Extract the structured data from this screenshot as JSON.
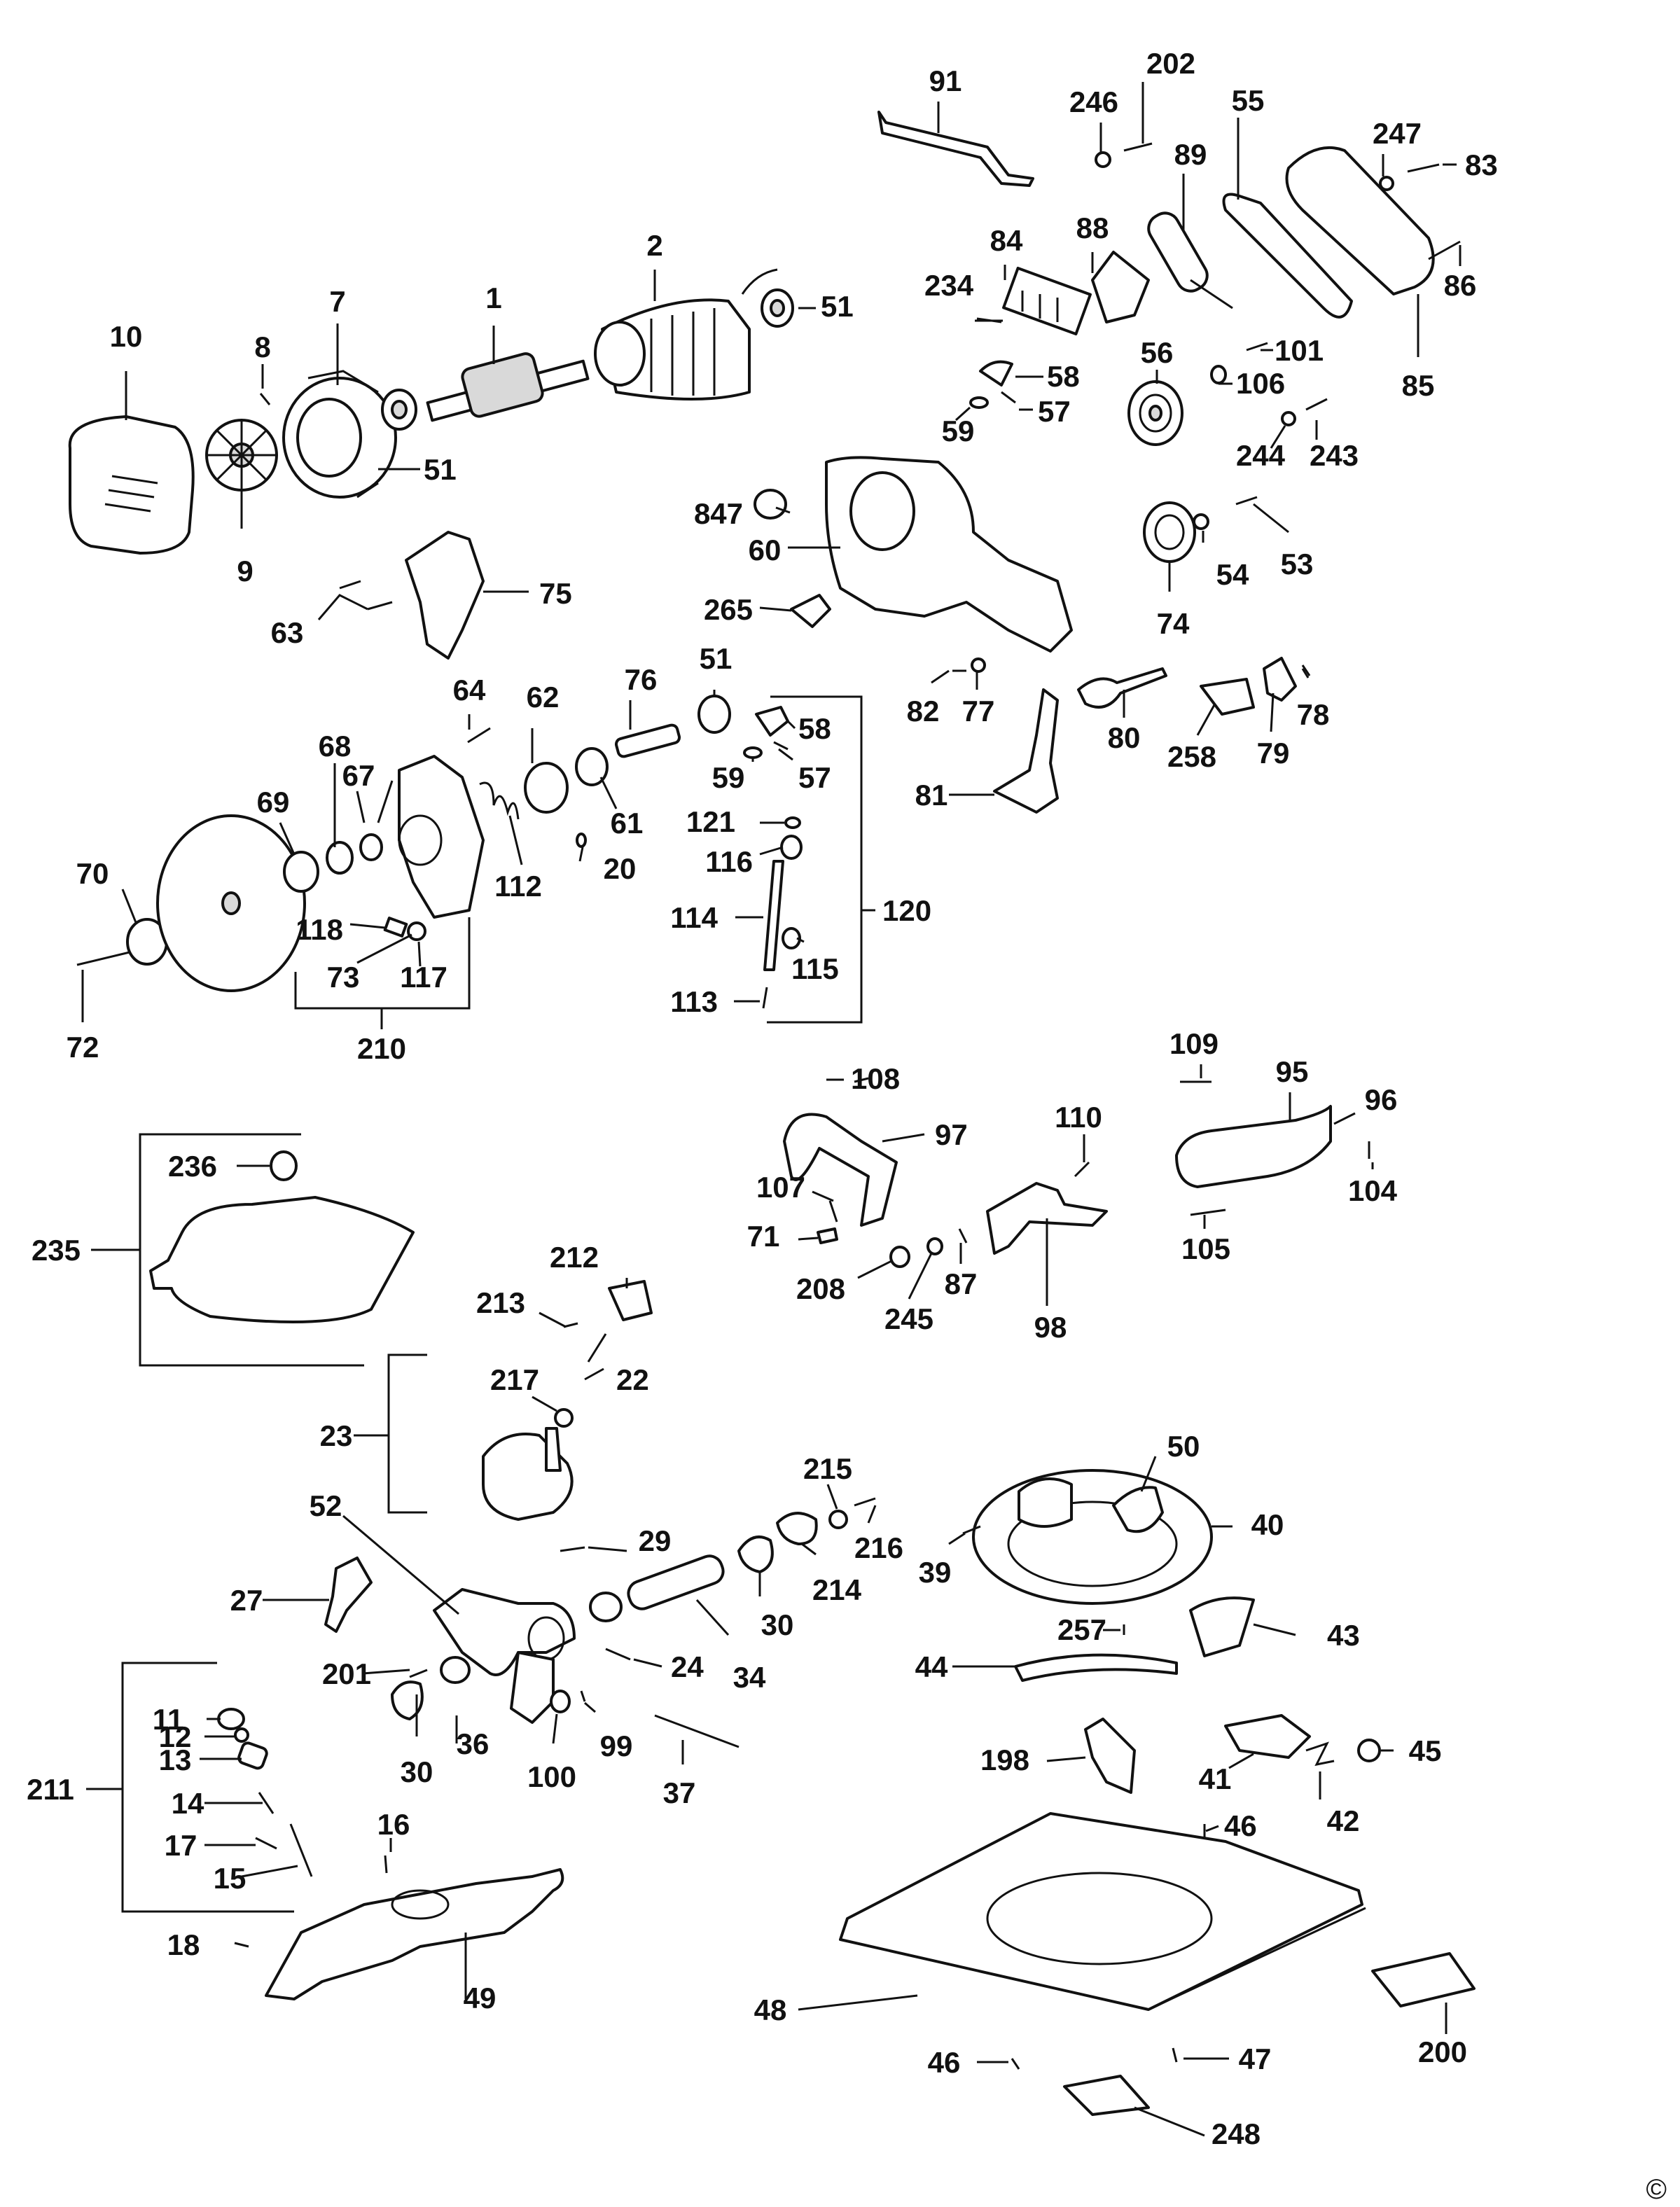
{
  "diagram": {
    "type": "exploded parts diagram",
    "copyright_symbol": "©",
    "part_labels": {
      "p1": "1",
      "p2": "2",
      "p7": "7",
      "p8": "8",
      "p9": "9",
      "p10": "10",
      "p51a": "51",
      "p51b": "51",
      "p51c": "51",
      "p91": "91",
      "p246": "246",
      "p202": "202",
      "p89": "89",
      "p55": "55",
      "p247": "247",
      "p83": "83",
      "p84": "84",
      "p88": "88",
      "p234": "234",
      "p86": "86",
      "p85": "85",
      "p101": "101",
      "p106": "106",
      "p58a": "58",
      "p57a": "57",
      "p59a": "59",
      "p56": "56",
      "p244": "244",
      "p243": "243",
      "p847": "847",
      "p60": "60",
      "p74": "74",
      "p54": "54",
      "p53": "53",
      "p265": "265",
      "p63": "63",
      "p75": "75",
      "p64": "64",
      "p62": "62",
      "p76": "76",
      "p58b": "58",
      "p59b": "59",
      "p57b": "57",
      "p82": "82",
      "p77": "77",
      "p80": "80",
      "p78": "78",
      "p258": "258",
      "p79": "79",
      "p81": "81",
      "p68": "68",
      "p67": "67",
      "p69": "69",
      "p70": "70",
      "p61": "61",
      "p112": "112",
      "p20": "20",
      "p121": "121",
      "p116": "116",
      "p114": "114",
      "p120": "120",
      "p115": "115",
      "p113": "113",
      "p118": "118",
      "p73": "73",
      "p117": "117",
      "p72": "72",
      "p210": "210",
      "p109": "109",
      "p95": "95",
      "p96": "96",
      "p108": "108",
      "p97": "97",
      "p110": "110",
      "p104": "104",
      "p107": "107",
      "p71": "71",
      "p87": "87",
      "p105": "105",
      "p208": "208",
      "p245": "245",
      "p98": "98",
      "p236": "236",
      "p235": "235",
      "p212": "212",
      "p213": "213",
      "p217": "217",
      "p22": "22",
      "p23": "23",
      "p50": "50",
      "p215": "215",
      "p40": "40",
      "p52": "52",
      "p29": "29",
      "p216": "216",
      "p39": "39",
      "p27": "27",
      "p214": "214",
      "p30a": "30",
      "p257": "257",
      "p43": "43",
      "p201": "201",
      "p24": "24",
      "p34": "34",
      "p44": "44",
      "p11": "11",
      "p12": "12",
      "p30b": "30",
      "p36": "36",
      "p100": "100",
      "p99": "99",
      "p13": "13",
      "p37": "37",
      "p198": "198",
      "p41": "41",
      "p45": "45",
      "p211": "211",
      "p14": "14",
      "p42": "42",
      "p46a": "46",
      "p17": "17",
      "p16": "16",
      "p15": "15",
      "p18": "18",
      "p49": "49",
      "p48": "48",
      "p200": "200",
      "p46b": "46",
      "p47": "47",
      "p248": "248"
    }
  }
}
